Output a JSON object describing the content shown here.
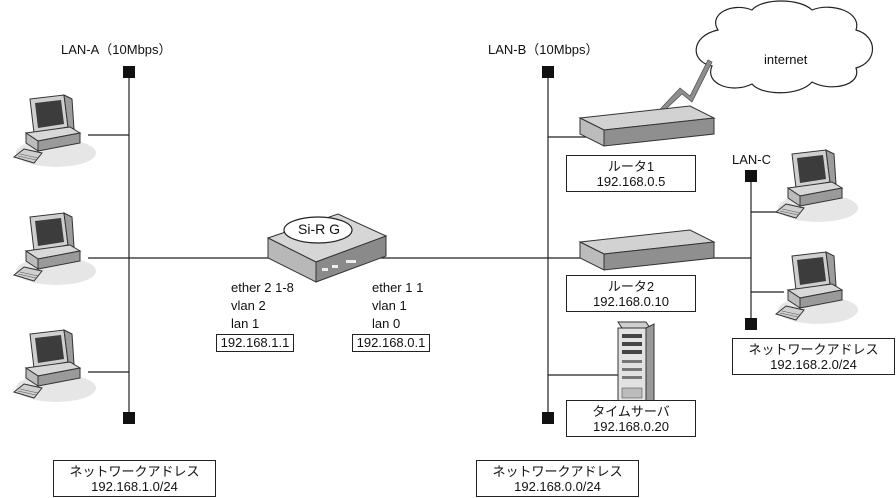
{
  "lan_a": {
    "title": "LAN-A（10Mbps）",
    "network_label": "ネットワークアドレス",
    "network_addr": "192.168.1.0/24"
  },
  "lan_b": {
    "title": "LAN-B（10Mbps）",
    "network_label": "ネットワークアドレス",
    "network_addr": "192.168.0.0/24"
  },
  "lan_c": {
    "title": "LAN-C",
    "network_label": "ネットワークアドレス",
    "network_addr": "192.168.2.0/24"
  },
  "internet": {
    "label": "internet"
  },
  "main_router": {
    "name": "Si-R G",
    "left_if": {
      "ether": "ether 2 1-8",
      "vlan": "vlan 2",
      "lan": "lan 1",
      "ip": "192.168.1.1"
    },
    "right_if": {
      "ether": "ether 1 1",
      "vlan": "vlan 1",
      "lan": "lan 0",
      "ip": "192.168.0.1"
    }
  },
  "router1": {
    "name": "ルータ1",
    "ip": "192.168.0.5"
  },
  "router2": {
    "name": "ルータ2",
    "ip": "192.168.0.10"
  },
  "time_server": {
    "name": "タイムサーバ",
    "ip": "192.168.0.20"
  },
  "colors": {
    "device_gray": "#8f8f8f",
    "device_light": "#d2d2d2",
    "line": "#222222"
  }
}
